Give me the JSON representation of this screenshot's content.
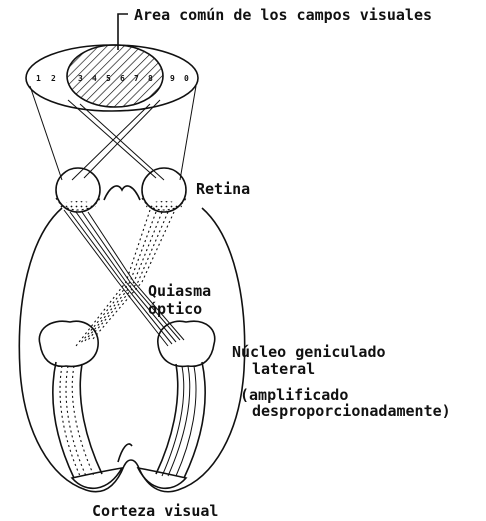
{
  "labels": {
    "common_area": "Area común de los campos visuales",
    "retina": "Retina",
    "chiasm_line1": "Quiasma",
    "chiasm_line2": "óptico",
    "lgn_line1": "Núcleo geniculado",
    "lgn_line2": "lateral",
    "lgn_line3": "(amplificado",
    "lgn_line4": "desproporcionadamente)",
    "cortex": "Corteza visual"
  },
  "visual_field_numbers": [
    "1",
    "2",
    "3",
    "4",
    "5",
    "6",
    "7",
    "8",
    "9",
    "0"
  ],
  "colors": {
    "ink": "#111111",
    "background": "#ffffff"
  }
}
